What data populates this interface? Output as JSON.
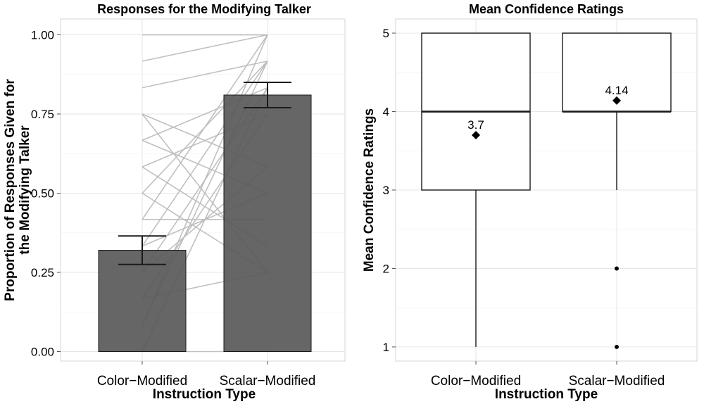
{
  "chart_data": [
    {
      "type": "bar",
      "title": "Responses for the Modifying Talker",
      "xlabel": "Instruction Type",
      "ylabel": "Proportion of Responses Given for the Modifying Talker",
      "ylabel_lines": [
        "Proportion of Responses Given for",
        "the Modifying Talker"
      ],
      "categories": [
        "Color−Modified",
        "Scalar−Modified"
      ],
      "values": [
        0.32,
        0.81
      ],
      "error_bars": [
        [
          0.275,
          0.365
        ],
        [
          0.77,
          0.85
        ]
      ],
      "ylim": [
        -0.03,
        1.05
      ],
      "yticks": [
        0,
        0.25,
        0.5,
        0.75,
        1.0
      ],
      "ytick_labels": [
        "0.00",
        "0.25",
        "0.50",
        "0.75",
        "1.00"
      ],
      "grid": true,
      "colors": {
        "bar": "#595959",
        "bar_edge": "#1a1a1a",
        "lines": "#bdbdbd",
        "error": "#1a1a1a"
      },
      "participant_lines": [
        [
          1.0,
          1.0
        ],
        [
          1.0,
          1.0
        ],
        [
          0.917,
          1.0
        ],
        [
          0.833,
          0.917
        ],
        [
          0.75,
          0.25
        ],
        [
          0.75,
          0.583
        ],
        [
          0.667,
          0.833
        ],
        [
          0.667,
          0.5
        ],
        [
          0.583,
          0.75
        ],
        [
          0.583,
          0.333
        ],
        [
          0.5,
          0.917
        ],
        [
          0.5,
          0.25
        ],
        [
          0.417,
          1.0
        ],
        [
          0.417,
          0.417
        ],
        [
          0.333,
          0.917
        ],
        [
          0.333,
          0.5
        ],
        [
          0.25,
          0.833
        ],
        [
          0.25,
          0.583
        ],
        [
          0.167,
          0.75
        ],
        [
          0.167,
          0.25
        ],
        [
          0.083,
          1.0
        ],
        [
          0.083,
          0.917
        ],
        [
          0.0,
          0.833
        ],
        [
          0.0,
          0.0
        ]
      ]
    },
    {
      "type": "box",
      "title": "Mean Confidence Ratings",
      "xlabel": "Instruction Type",
      "ylabel": "Mean Confidence Ratings",
      "categories": [
        "Color−Modified",
        "Scalar−Modified"
      ],
      "boxes": [
        {
          "q1": 3,
          "median": 4,
          "q3": 5,
          "whisker_low": 1,
          "whisker_high": 5,
          "outliers": [],
          "mean": 3.7,
          "mean_label": "3.7"
        },
        {
          "q1": 4,
          "median": 4,
          "q3": 5,
          "whisker_low": 3,
          "whisker_high": 5,
          "outliers": [
            2,
            1
          ],
          "mean": 4.14,
          "mean_label": "4.14"
        }
      ],
      "ylim": [
        0.82,
        5.18
      ],
      "yticks": [
        1,
        2,
        3,
        4,
        5
      ],
      "ytick_labels": [
        "1",
        "2",
        "3",
        "4",
        "5"
      ],
      "grid": true,
      "colors": {
        "box_fill": "#ffffff",
        "box_edge": "#1a1a1a",
        "median": "#1a1a1a",
        "mean_marker": "#000000"
      }
    }
  ]
}
